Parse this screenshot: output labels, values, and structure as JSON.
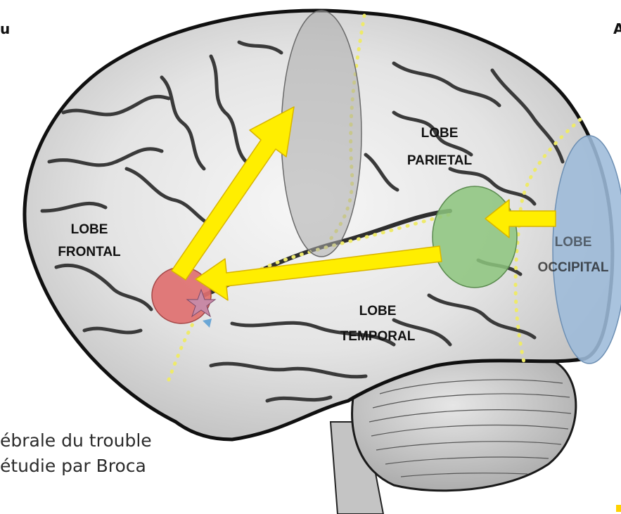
{
  "labels": {
    "frontal_1": "LOBE",
    "frontal_2": "FRONTAL",
    "parietal_1": "LOBE",
    "parietal_2": "PARIETAL",
    "temporal_1": "LOBE",
    "temporal_2": "TEMPORAL",
    "occipital_1": "LOBE",
    "occipital_2": "OCCIPITAL"
  },
  "edge_fragments": {
    "left": "u",
    "right": "A"
  },
  "caption": {
    "line1": "ébrale du trouble",
    "line2": "étudie par Broca"
  },
  "colors": {
    "brain_fill": "#d6d6d6",
    "brain_outline": "#111111",
    "sulci": "#3a3a3a",
    "arrows": "#ffee00",
    "boundaries_dotted": "#f2f07a",
    "broca_area": "#e07070",
    "wernicke_area": "#8cc47c",
    "visual_cortex": "#9dbbd9",
    "motor_strip": "#b7b7b7"
  }
}
